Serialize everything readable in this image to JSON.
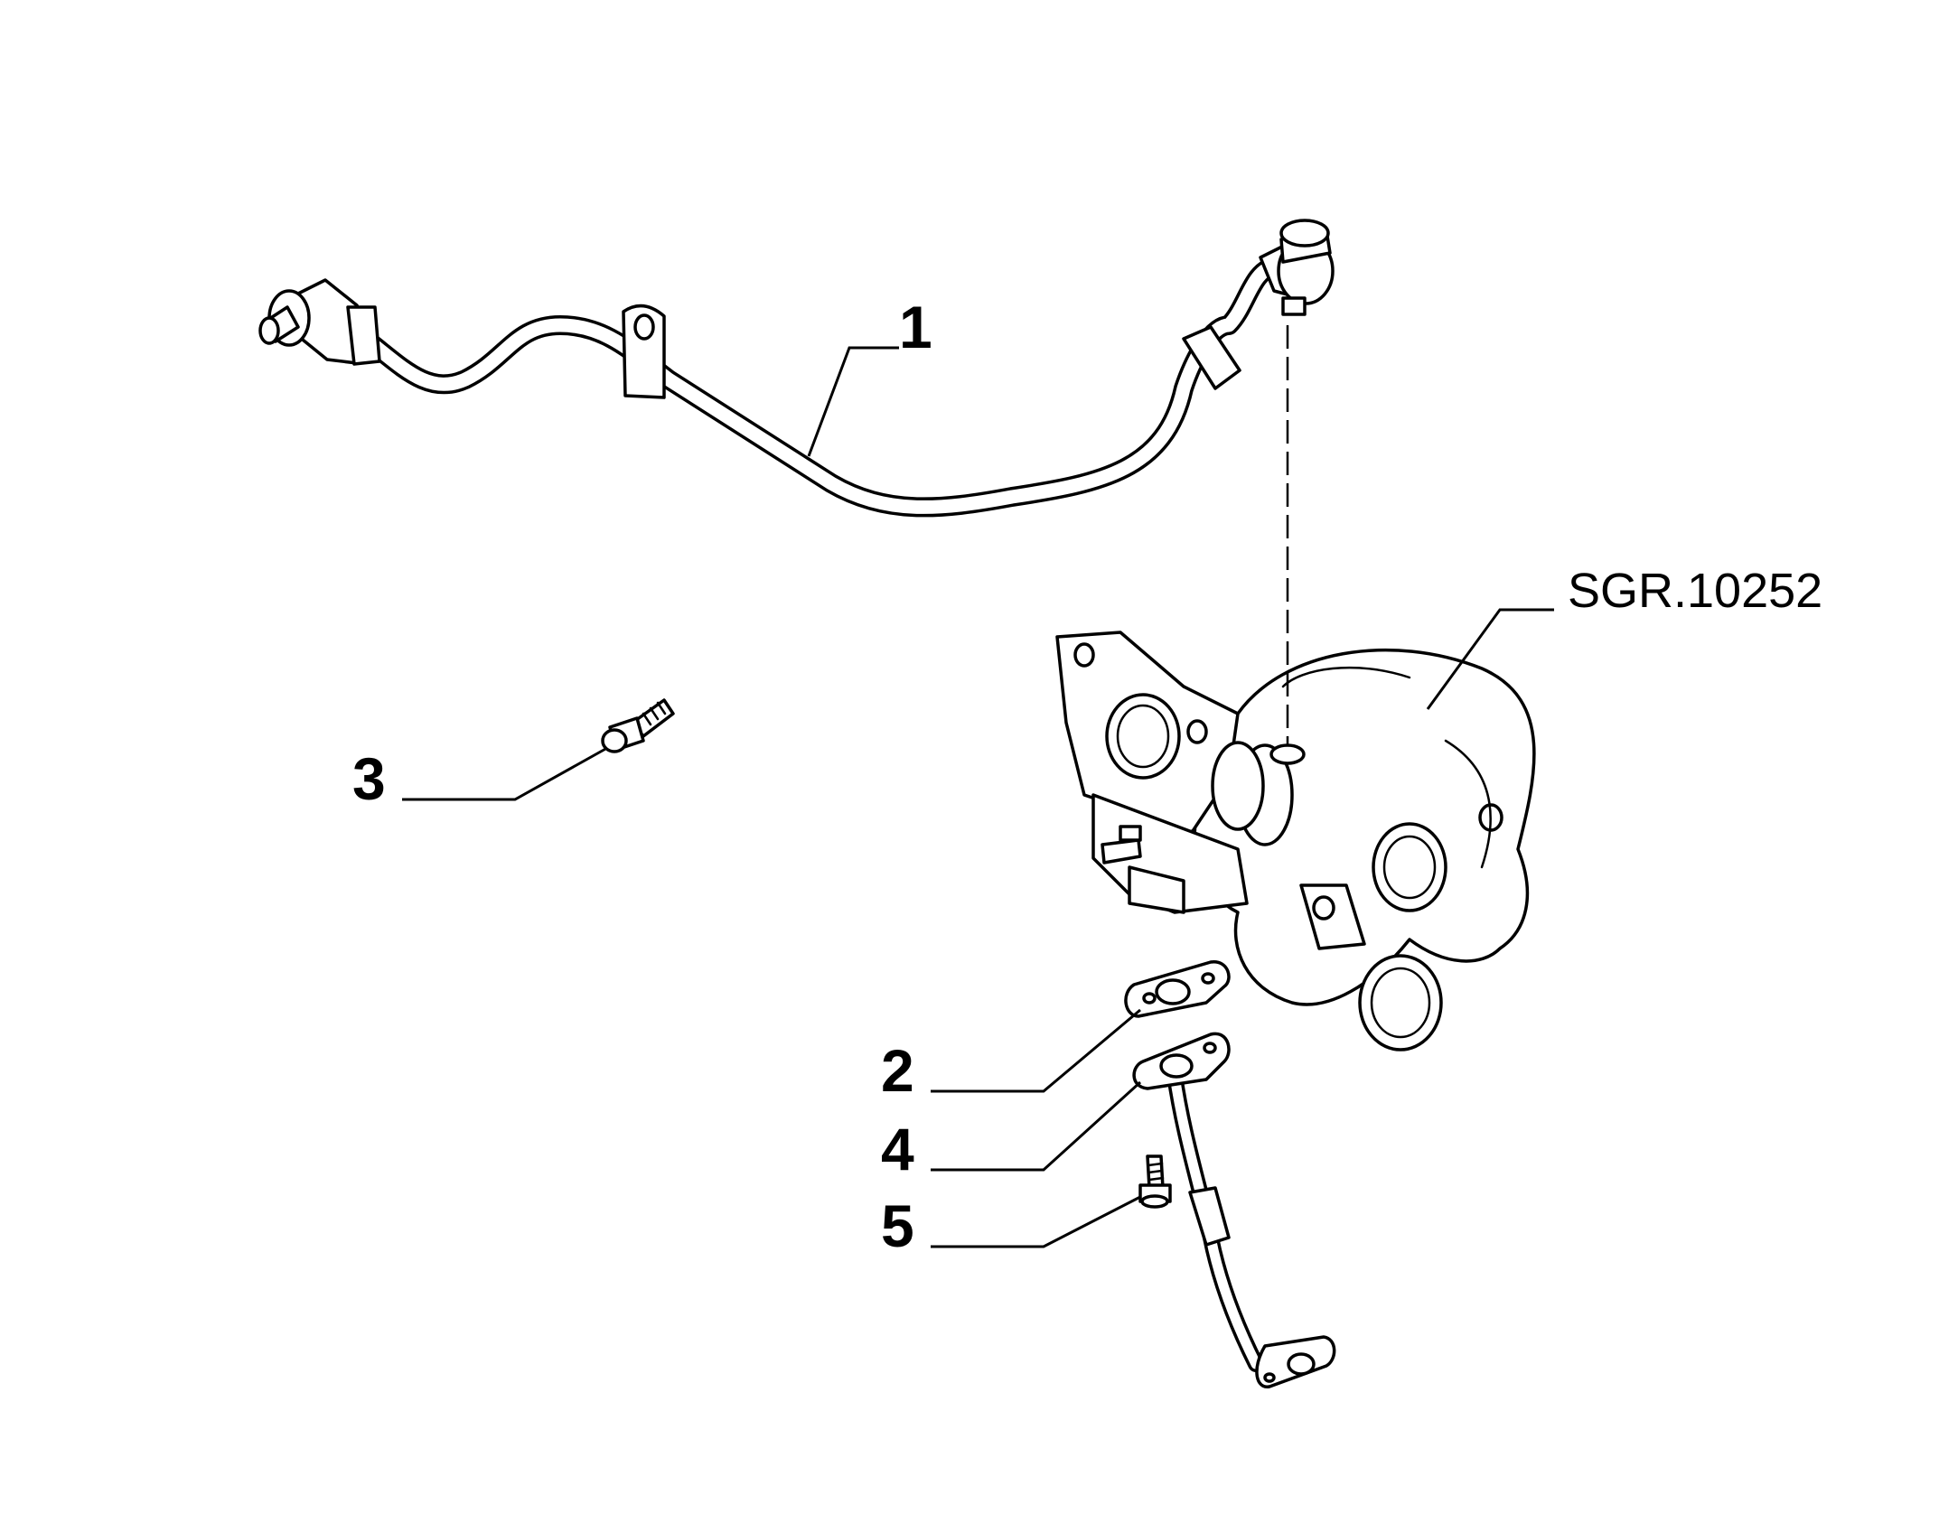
{
  "callouts": [
    {
      "id": "1",
      "label": "1"
    },
    {
      "id": "2",
      "label": "2"
    },
    {
      "id": "3",
      "label": "3"
    },
    {
      "id": "4",
      "label": "4"
    },
    {
      "id": "5",
      "label": "5"
    },
    {
      "id": "ref",
      "label": "SGR.10252"
    }
  ]
}
